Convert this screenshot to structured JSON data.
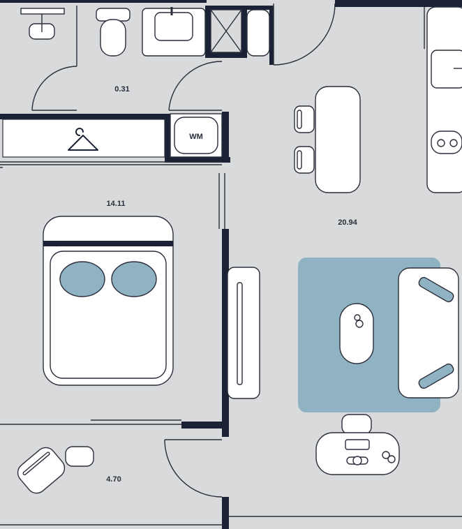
{
  "colors": {
    "floor": "#d9dadc",
    "wall": "#1b2235",
    "line": "#2a2d3a",
    "furniture": "#ffffff",
    "accent": "#8fb3c2"
  },
  "rooms": {
    "bathroom_area": "0.31",
    "bedroom_area": "14.11",
    "living_area": "20.94",
    "hall_area": "4.70"
  },
  "labels": {
    "washing_machine": "WM"
  },
  "icons": {
    "wardrobe": "coat-hanger-icon"
  }
}
